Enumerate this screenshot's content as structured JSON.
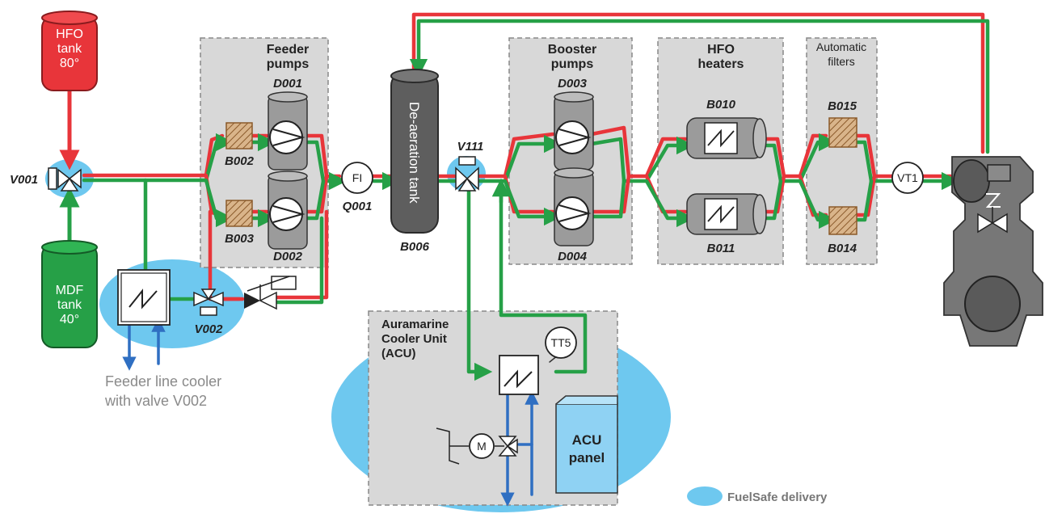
{
  "tanks": {
    "hfo": {
      "line1": "HFO",
      "line2": "tank",
      "line3": "80°"
    },
    "mdf": {
      "line1": "MDF",
      "line2": "tank",
      "line3": "40°"
    }
  },
  "groups": {
    "feeder": {
      "line1": "Feeder",
      "line2": "pumps"
    },
    "booster": {
      "line1": "Booster",
      "line2": "pumps"
    },
    "heaters": {
      "line1": "HFO",
      "line2": "heaters"
    },
    "filters": {
      "line1": "Automatic",
      "line2": "filters"
    },
    "acu": {
      "line1": "Auramarine",
      "line2": "Cooler Unit",
      "line3": "(ACU)"
    }
  },
  "codes": {
    "V001": "V001",
    "V002": "V002",
    "V111": "V111",
    "D001": "D001",
    "D002": "D002",
    "D003": "D003",
    "D004": "D004",
    "B002": "B002",
    "B003": "B003",
    "B006": "B006",
    "B010": "B010",
    "B011": "B011",
    "B014": "B014",
    "B015": "B015",
    "Q001": "Q001"
  },
  "instruments": {
    "fi": "FI",
    "vt1": "VT1",
    "tt5": "TT5",
    "motor": "M"
  },
  "deaeration": "De-aeration tank",
  "acu_panel": {
    "line1": "ACU",
    "line2": "panel"
  },
  "note": {
    "line1": "Feeder line cooler",
    "line2": "with valve V002"
  },
  "legend": {
    "label": "FuelSafe delivery"
  },
  "colors": {
    "hfo_red": "#e8353a",
    "mdf_green": "#26a047",
    "water_blue": "#2f6fc2",
    "fuelsafe_blue": "#6ec8ef",
    "group_gray": "#d8d8d8",
    "pump_gray": "#9b9b9b",
    "deaer_gray": "#5e5e5e"
  }
}
